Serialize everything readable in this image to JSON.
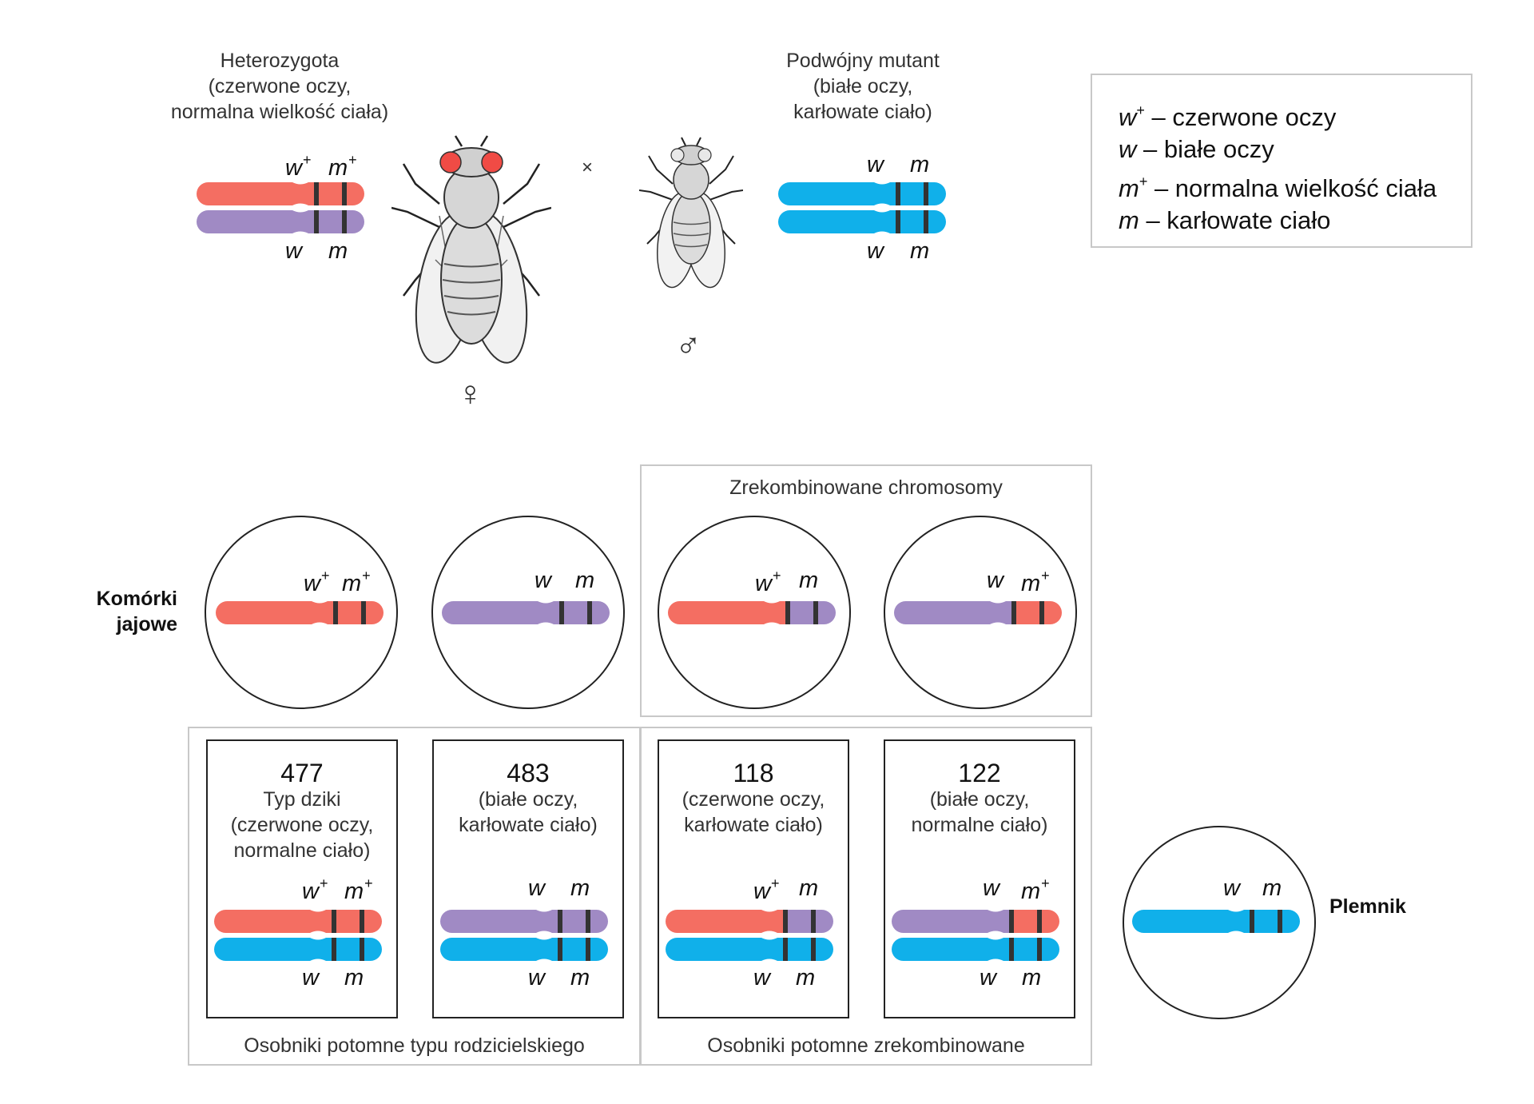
{
  "colors": {
    "red": "#f46e62",
    "purple": "#a08ac4",
    "blue": "#10b0ea",
    "band": "#333333"
  },
  "parents": {
    "female": {
      "title": [
        "Heterozygota",
        "(czerwone oczy,",
        "normalna wielkość ciała)"
      ],
      "symbol": "♀",
      "icon": "fruit-fly-female-red-eyes"
    },
    "cross": "×",
    "male": {
      "title": [
        "Podwójny mutant",
        "(białe oczy,",
        "karłowate ciało)"
      ],
      "symbol": "♂",
      "icon": "fruit-fly-male-white-eyes"
    }
  },
  "legend": [
    {
      "symbol": "w",
      "sup": "+",
      "text": " – czerwone oczy"
    },
    {
      "symbol": "w",
      "sup": "",
      "text": " – białe oczy"
    },
    {
      "symbol": "m",
      "sup": "+",
      "text": " – normalna wielkość ciała"
    },
    {
      "symbol": "m",
      "sup": "",
      "text": " – karłowate ciało"
    }
  ],
  "genes": {
    "w": "w",
    "m": "m",
    "plus": "+"
  },
  "eggs": {
    "label": [
      "Komórki",
      "jajowe"
    ],
    "recombined_title": "Zrekombinowane chromosomy"
  },
  "sperm": {
    "label": "Plemnik"
  },
  "offspring": [
    {
      "count": "477",
      "desc": [
        "Typ dziki",
        "(czerwone oczy,",
        "normalne ciało)"
      ]
    },
    {
      "count": "483",
      "desc": [
        "(białe oczy,",
        "karłowate ciało)"
      ]
    },
    {
      "count": "118",
      "desc": [
        "(czerwone oczy,",
        "karłowate ciało)"
      ]
    },
    {
      "count": "122",
      "desc": [
        "(białe oczy,",
        "normalne ciało)"
      ]
    }
  ],
  "groups": {
    "parental": "Osobniki potomne typu rodzicielskiego",
    "recombinant": "Osobniki potomne zrekombinowane"
  }
}
